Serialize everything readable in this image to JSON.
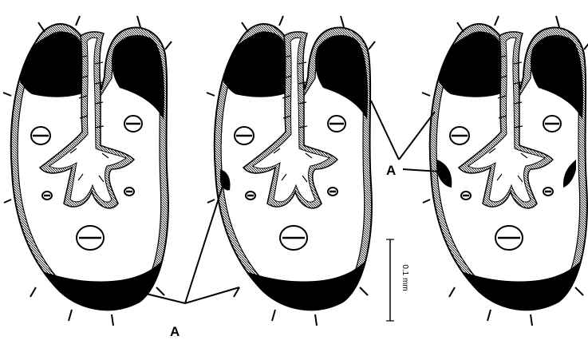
{
  "figure": {
    "label_bottom": "A",
    "label_right": "A",
    "scale_bar_label": "0.1 mm"
  }
}
